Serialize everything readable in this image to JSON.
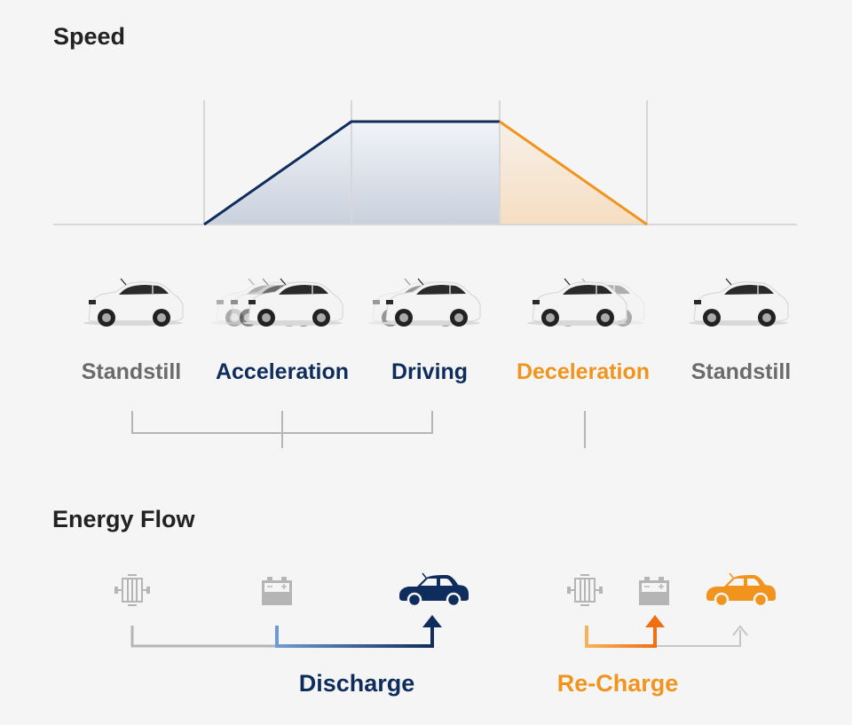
{
  "speed_section": {
    "title": "Speed"
  },
  "phases": [
    {
      "label": "Standstill",
      "color": "#6b6b6b"
    },
    {
      "label": "Acceleration",
      "color": "#0f2d5c"
    },
    {
      "label": "Driving",
      "color": "#0f2d5c"
    },
    {
      "label": "Deceleration",
      "color": "#f0941e"
    },
    {
      "label": "Standstill",
      "color": "#6b6b6b"
    }
  ],
  "energy_section": {
    "title": "Energy Flow",
    "discharge_label": "Discharge",
    "recharge_label": "Re-Charge"
  },
  "colors": {
    "navy": "#0f2d5c",
    "orange": "#f0941e",
    "gray": "#b5b5b5",
    "light_blue": "#6f9bd1"
  },
  "icons": {
    "car": "car-icon",
    "motor": "motor-icon",
    "battery": "battery-icon"
  }
}
